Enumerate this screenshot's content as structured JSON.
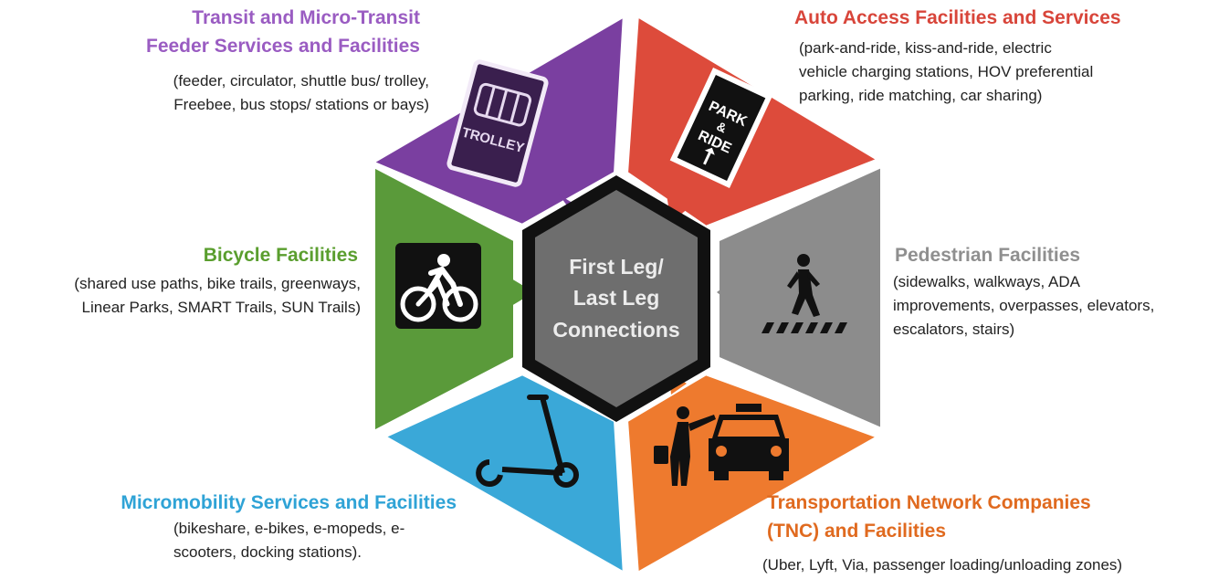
{
  "center": {
    "lines": [
      "First Leg/",
      "Last Leg",
      "Connections"
    ]
  },
  "colors": {
    "transit": "#7a3fa0",
    "transit_text": "#9a5cc2",
    "auto": "#dd4b3b",
    "auto_text": "#d8453a",
    "pedestrian": "#8c8c8c",
    "pedestrian_text": "#8f8f8f",
    "tnc": "#ee7a2e",
    "tnc_text": "#e06a1f",
    "micromobility": "#3aa8d8",
    "micromobility_text": "#2fa3d6",
    "bicycle": "#5a9a3a",
    "bicycle_text": "#5a9e2e",
    "hub_border": "#111111",
    "hub_fill": "#6e6e6e"
  },
  "segments": {
    "transit": {
      "title_lines": [
        "Transit and Micro-Transit",
        "Feeder Services and Facilities"
      ],
      "desc_lines": [
        "(feeder, circulator, shuttle bus/ trolley,",
        "Freebee, bus stops/ stations or bays)"
      ],
      "icon": "trolley-icon",
      "icon_text": "TROLLEY"
    },
    "auto": {
      "title_lines": [
        "Auto Access Facilities and Services"
      ],
      "desc_lines": [
        "(park-and-ride, kiss-and-ride, electric",
        "vehicle charging stations, HOV preferential",
        "parking, ride matching, car sharing)"
      ],
      "icon": "park-and-ride-sign-icon",
      "icon_text_lines": [
        "PARK",
        "&",
        "RIDE"
      ]
    },
    "pedestrian": {
      "title_lines": [
        "Pedestrian Facilities"
      ],
      "desc_lines": [
        "(sidewalks, walkways, ADA",
        "improvements, overpasses, elevators,",
        "escalators, stairs)"
      ],
      "icon": "pedestrian-crosswalk-icon"
    },
    "tnc": {
      "title_lines": [
        "Transportation Network Companies",
        "(TNC) and Facilities"
      ],
      "desc_lines": [
        "(Uber, Lyft, Via, passenger loading/unloading zones)"
      ],
      "icon": "taxi-passenger-icon"
    },
    "micromobility": {
      "title_lines": [
        "Micromobility Services and Facilities"
      ],
      "desc_lines": [
        "(bikeshare, e-bikes, e-mopeds, e-",
        "scooters, docking stations)."
      ],
      "icon": "scooter-icon"
    },
    "bicycle": {
      "title_lines": [
        "Bicycle Facilities"
      ],
      "desc_lines": [
        "(shared use paths, bike trails, greenways,",
        "Linear Parks, SMART Trails, SUN Trails)"
      ],
      "icon": "bicycle-icon"
    }
  }
}
